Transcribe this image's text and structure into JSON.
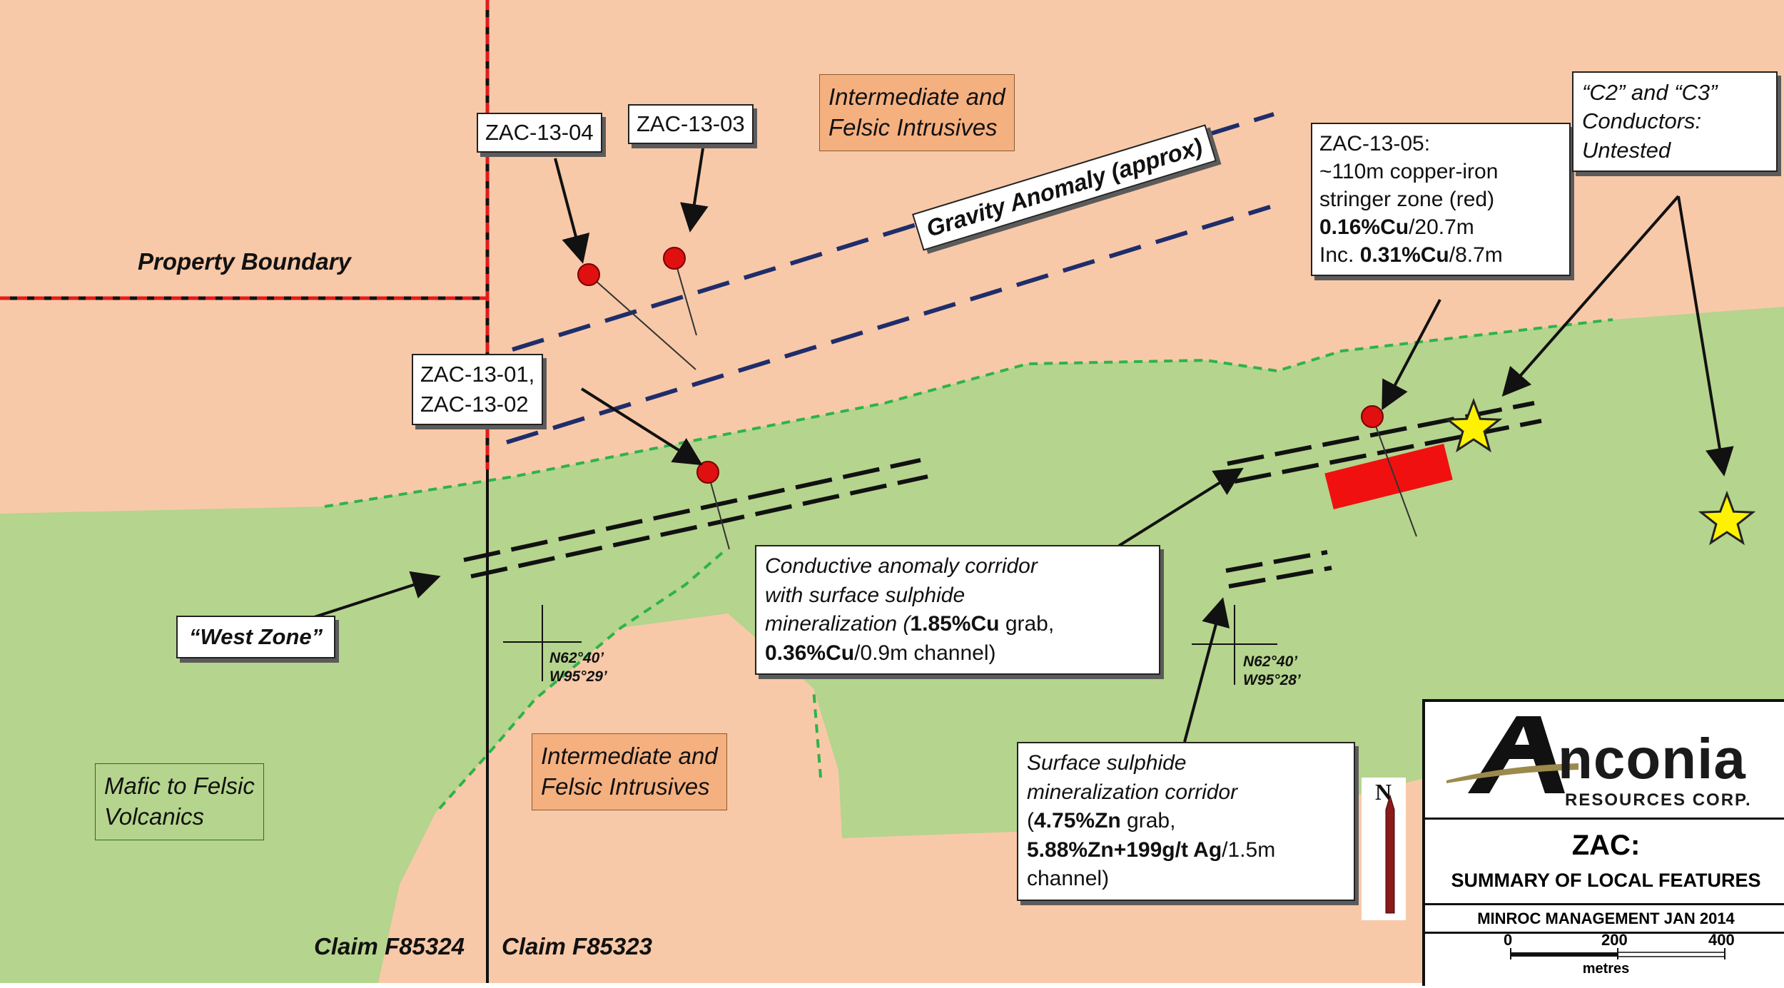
{
  "rock_units": [
    {
      "label_line1": "Intermediate and",
      "label_line2": "Felsic Intrusives"
    },
    {
      "label_line1": "Intermediate and",
      "label_line2": "Felsic Intrusives"
    },
    {
      "label_line1": "Mafic to Felsic",
      "label_line2": "Volcanics"
    }
  ],
  "labels": {
    "property_boundary": "Property Boundary",
    "gravity_anomaly": "Gravity Anomaly (approx)",
    "west_zone": "“West Zone”",
    "claim_left": "Claim F85324",
    "claim_right": "Claim F85323"
  },
  "drill_holes": {
    "zac_13_04": "ZAC-13-04",
    "zac_13_03": "ZAC-13-03",
    "zac_13_01_line1": "ZAC-13-01,",
    "zac_13_01_line2": "ZAC-13-02",
    "zac_13_05": {
      "line1": "ZAC-13-05:",
      "line2": "~110m copper-iron",
      "line3": "stringer zone (red)",
      "line4_bold": "0.16%Cu",
      "line4_rest": "/20.7m",
      "line5_pre": "Inc. ",
      "line5_bold": "0.31%Cu",
      "line5_rest": "/8.7m"
    }
  },
  "conductors": {
    "line1": "“C2” and “C3”",
    "line2": "Conductors:",
    "line3": "Untested"
  },
  "conductive_corridor": {
    "line1": "Conductive anomaly corridor",
    "line2": "with surface sulphide",
    "line3_pre": "mineralization (",
    "line3_bold": "1.85%Cu",
    "line3_rest": " grab,",
    "line4_bold": "0.36%Cu",
    "line4_rest": "/0.9m channel)"
  },
  "sulphide_corridor": {
    "line1": "Surface sulphide",
    "line2": "mineralization corridor",
    "line3_pre": "(",
    "line3_bold": "4.75%Zn",
    "line3_rest": " grab,",
    "line4_bold": "5.88%Zn+199g/t Ag",
    "line4_rest": "/1.5m",
    "line5": "channel)"
  },
  "coordinates": [
    {
      "lat": "N62°40’",
      "lon": "W95°29’"
    },
    {
      "lat": "N62°40’",
      "lon": "W95°28’"
    }
  ],
  "north_arrow": {
    "label": "N"
  },
  "legend": {
    "logo_text": "nconia",
    "logo_sub": "RESOURCES CORP.",
    "title": "ZAC:",
    "subtitle": "SUMMARY  OF LOCAL FEATURES",
    "author": "MINROC MANAGEMENT  JAN 2014",
    "scale_ticks": [
      "0",
      "200",
      "400"
    ],
    "scale_unit": "metres"
  },
  "colors": {
    "intrusive": "#f8c9a8",
    "volcanic": "#b5d48d",
    "unit_label_fill": "#f5b080",
    "gravity_line": "#1f2d6b",
    "contact_line": "#2db34a",
    "drill_collar": "#e01010",
    "stringer_zone": "#f01010",
    "star": "#fff200",
    "property_boundary": "#e21b1b"
  }
}
